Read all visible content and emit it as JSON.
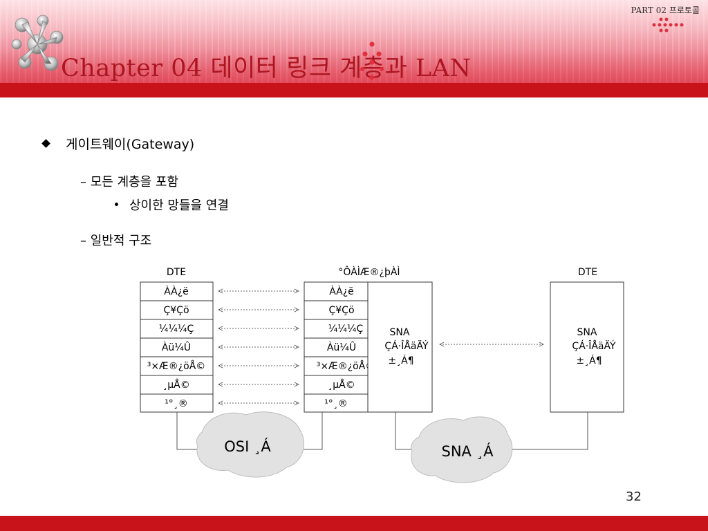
{
  "header": {
    "part_label": "PART 02 프로토콜",
    "title": "Chapter 04 데이터 링크 계층과 LAN"
  },
  "content": {
    "bullet_main": "게이트웨이(Gateway)",
    "sub1": "– 모든 계층을 포함",
    "sub1_item": "상이한 망들을 연결",
    "sub2": "– 일반적 구조"
  },
  "diagram": {
    "left_label": "DTE",
    "middle_label": "°ÔÀÌÆ®¿þÀÌ",
    "right_label": "DTE",
    "layers": [
      "ÀÀ¿ë",
      "Ç¥Çö",
      "¼¼¼Ç",
      "Àü¼Û",
      "³×Æ®¿öÅ©",
      "¸µÅ©",
      "¹°¸®"
    ],
    "sna_mid": [
      "SNA",
      "ÇÁ·ÎÅäÄÝ",
      "±¸Á¶"
    ],
    "sna_right": [
      "SNA",
      "ÇÁ·ÎÅäÄÝ",
      "±¸Á¶"
    ],
    "cloud_left": "OSI ¸Á",
    "cloud_right": "SNA ¸Á"
  },
  "footer": {
    "page_number": "32"
  },
  "colors": {
    "accent_red": "#c8131b",
    "title_red": "#ad1520",
    "cloud_gray": "#e2e2e2"
  }
}
